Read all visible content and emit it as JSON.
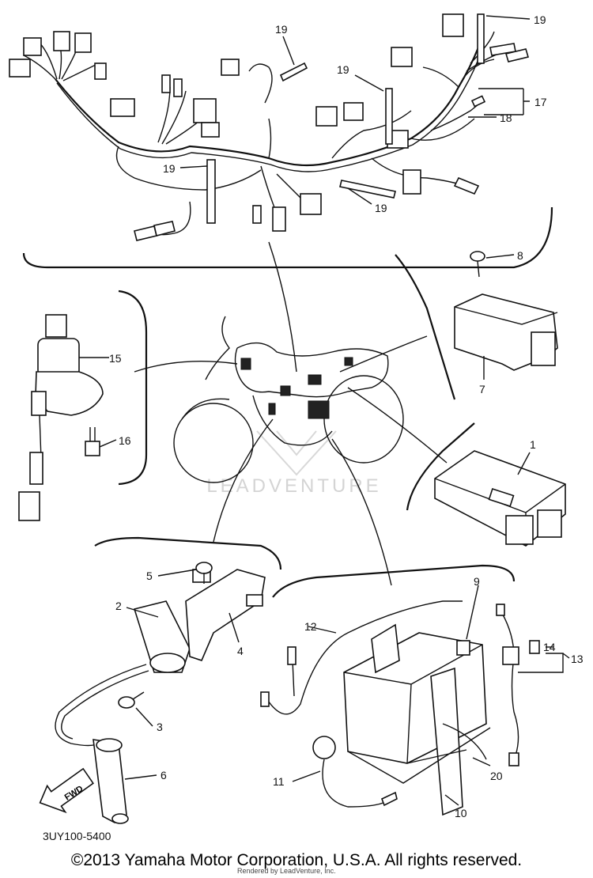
{
  "diagram": {
    "watermark": "LEADVENTURE",
    "figure_code": "3UY100-5400",
    "fwd_label": "FWD",
    "callouts": {
      "c1": "1",
      "c2": "2",
      "c3": "3",
      "c4": "4",
      "c5": "5",
      "c6": "6",
      "c7": "7",
      "c8": "8",
      "c9": "9",
      "c10": "10",
      "c11": "11",
      "c12": "12",
      "c13": "13",
      "c14": "14",
      "c15": "15",
      "c16": "16",
      "c17": "17",
      "c18": "18",
      "c19": "19",
      "c20": "20"
    }
  },
  "footer": {
    "copyright": "©2013 Yamaha Motor Corporation, U.S.A. All rights reserved.",
    "rendered_by": "Rendered by LeadVenture, Inc."
  }
}
